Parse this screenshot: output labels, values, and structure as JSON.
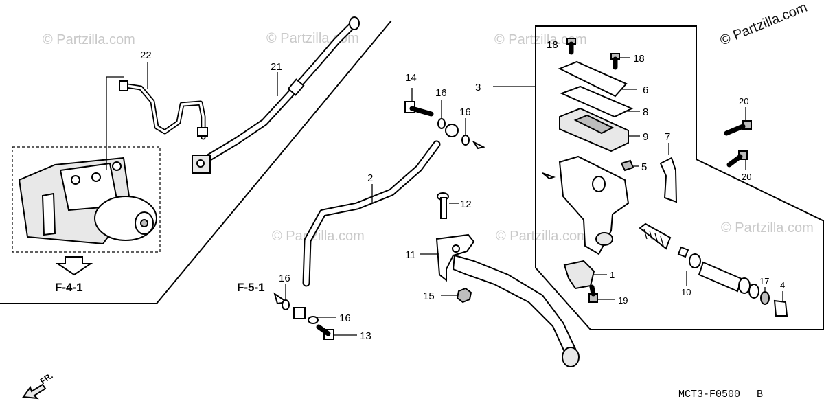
{
  "watermark": {
    "text": "© Partzilla.com",
    "copyright": "© Partzilla.com"
  },
  "references": {
    "abs_ref": "F-4-1",
    "hose_ref": "F-5-1"
  },
  "direction": {
    "label": "FR."
  },
  "diagram_code": {
    "code": "MCT3-F0500",
    "suffix": "B"
  },
  "callouts": {
    "p1": "1",
    "p2": "2",
    "p3": "3",
    "p4": "4",
    "p5": "5",
    "p6": "6",
    "p7": "7",
    "p8": "8",
    "p9": "9",
    "p10": "10",
    "p11": "11",
    "p12": "12",
    "p13": "13",
    "p14": "14",
    "p15": "15",
    "p16a": "16",
    "p16b": "16",
    "p16c": "16",
    "p16d": "16",
    "p17": "17",
    "p18a": "18",
    "p18b": "18",
    "p19": "19",
    "p20a": "20",
    "p20b": "20",
    "p21": "21",
    "p22": "22"
  }
}
